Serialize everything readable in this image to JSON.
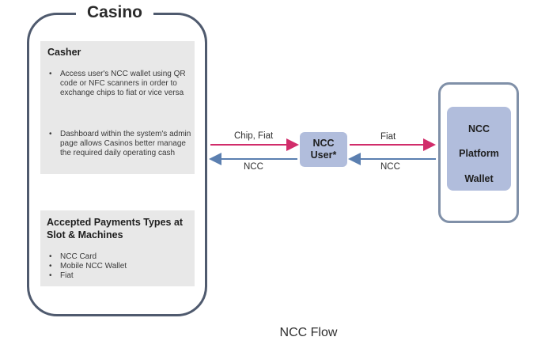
{
  "casino": {
    "title": "Casino",
    "casher": {
      "heading": "Casher",
      "bullets": [
        "Access user's NCC wallet using QR code or NFC scanners in order to exchange chips to fiat or vice versa",
        "Dashboard within the system's admin page allows Casinos better manage the required daily operating cash"
      ]
    },
    "payments": {
      "heading": "Accepted Payments Types at Slot & Machines",
      "items": [
        "NCC Card",
        "Mobile NCC Wallet",
        "Fiat"
      ]
    }
  },
  "user": {
    "line1": "NCC",
    "line2": "User*"
  },
  "platform": {
    "line1": "NCC",
    "line2": "Platform",
    "line3": "Wallet"
  },
  "edges": {
    "casino_to_user": "Chip, Fiat",
    "user_to_casino": "NCC",
    "user_to_platform": "Fiat",
    "platform_to_user": "NCC"
  },
  "caption": "NCC Flow",
  "bullet_symbol": "•",
  "colors": {
    "forward_arrow": "#d12c6a",
    "back_arrow": "#5b7fb0",
    "node_fill": "#b1bddc",
    "panel_fill": "#e8e8e8"
  }
}
